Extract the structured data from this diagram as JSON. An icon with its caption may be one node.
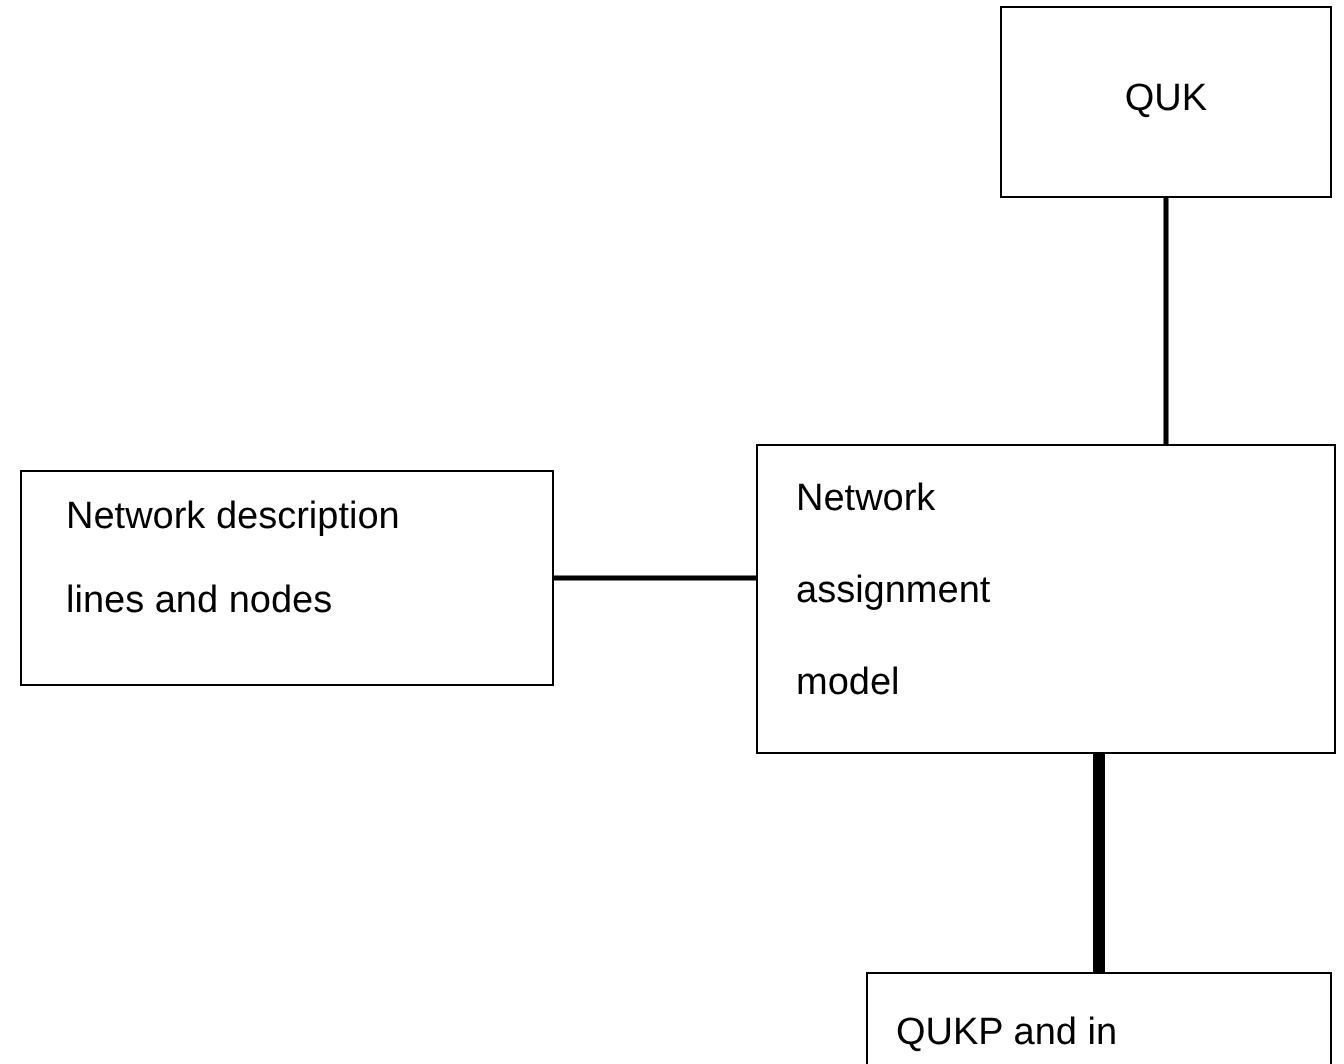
{
  "diagram": {
    "nodes": [
      {
        "text": [
          "QUK"
        ]
      },
      {
        "text": [
          "Network description lines and nodes"
        ]
      },
      {
        "text": [
          "Network assignment model"
        ]
      },
      {
        "text": [
          "QUKP and in"
        ]
      }
    ],
    "edges": [
      {
        "from": 0,
        "to": 2,
        "arrow": "none"
      },
      {
        "from": 1,
        "to": 2,
        "arrow": "none"
      },
      {
        "from": 2,
        "to": 3,
        "arrow": "none",
        "style": "thick"
      }
    ]
  }
}
